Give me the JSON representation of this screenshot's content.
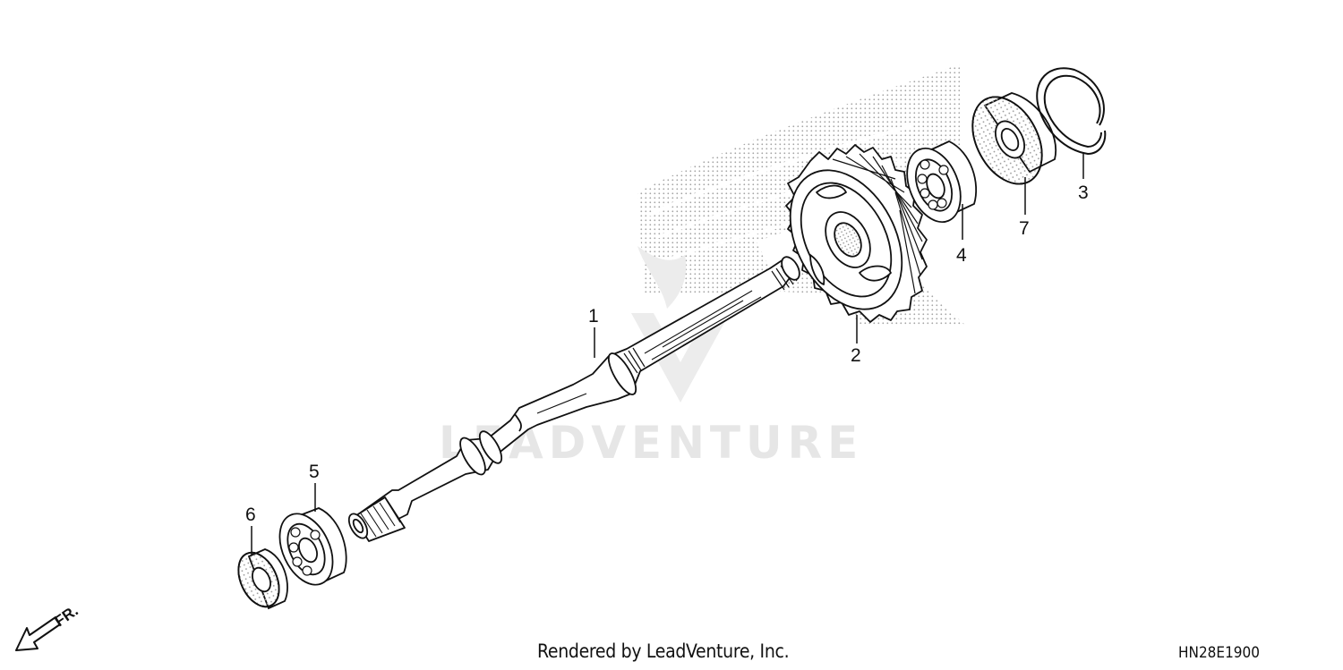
{
  "callouts": {
    "c1": "1",
    "c2": "2",
    "c3": "3",
    "c4": "4",
    "c5": "5",
    "c6": "6",
    "c7": "7"
  },
  "watermark": {
    "text": "LEADVENTURE"
  },
  "front_indicator": {
    "label": "FR."
  },
  "footer": {
    "credit": "Rendered by LeadVenture, Inc.",
    "diagram_code": "HN28E1900"
  },
  "colors": {
    "line": "#111111",
    "stipple": "#9a9a9a",
    "watermark": "#e6e6e6"
  }
}
